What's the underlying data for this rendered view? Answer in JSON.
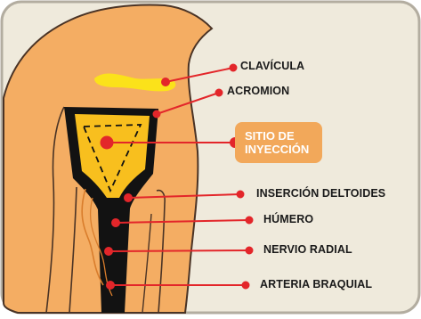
{
  "labels": {
    "clavicula": "CLAVÍCULA",
    "acromion": "ACROMION",
    "sitio_line1": "SITIO DE",
    "sitio_line2": "INYECCIÓN",
    "insercion": "INSERCIÓN DELTOIDES",
    "humero": "HÚMERO",
    "nervio": "NERVIO RADIAL",
    "arteria": "ARTERIA BRAQUIAL"
  },
  "colors": {
    "background": "#efeadc",
    "border": "#b3ada0",
    "skin": "#f4ad63",
    "skin_outline": "#4a3325",
    "deltoid_fill": "#f8bf1e",
    "bone": "#121212",
    "clavicle": "#fbe21a",
    "pointer": "#e3262a",
    "callout_bg": "#f2a85a",
    "nerve": "#d97d2c"
  }
}
